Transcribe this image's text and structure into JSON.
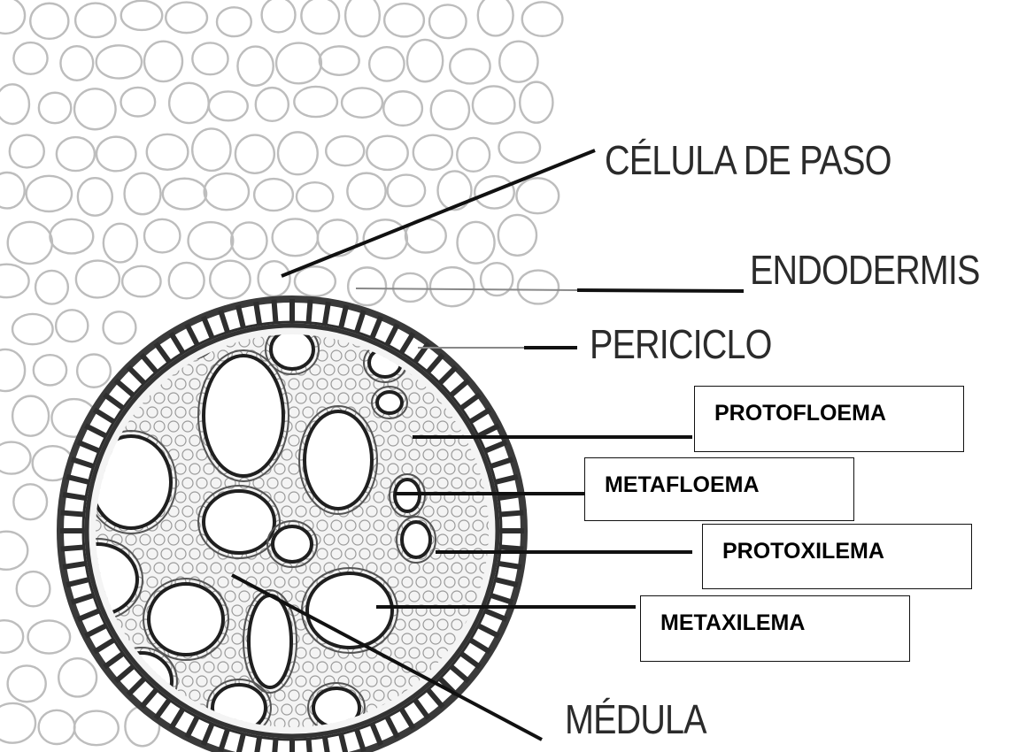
{
  "diagram": {
    "labels": {
      "celula_de_paso": "CÉLULA DE PASO",
      "endodermis": "ENDODERMIS",
      "periciclo": "PERICICLO",
      "medula": "MÉDULA"
    },
    "boxed_labels": {
      "protofloema": "PROTOFLOEMA",
      "metafloema": "METAFLOEMA",
      "protoxilema": "PROTOXILEMA",
      "metaxilema": "METAXILEMA"
    }
  }
}
